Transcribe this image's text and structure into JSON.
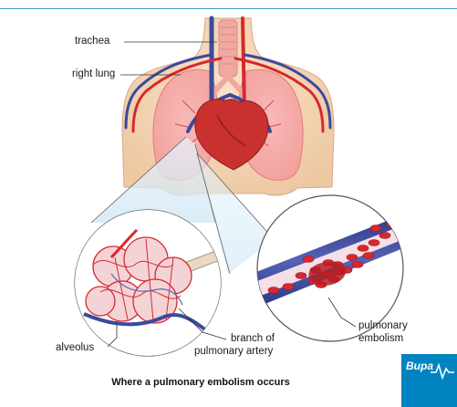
{
  "labels": {
    "trachea": "trachea",
    "right_lung": "right lung",
    "alveolus": "alveolus",
    "branch_of": "branch of",
    "pulmonary_artery": "pulmonary artery",
    "pulmonary": "pulmonary",
    "embolism": "embolism"
  },
  "caption": "Where a pulmonary embolism occurs",
  "logo": {
    "text": "Bupa"
  },
  "colors": {
    "accent": "#0083c1",
    "skin": "#f4d6b6",
    "artery": "#d8282e",
    "vein": "#3b4a9c"
  }
}
